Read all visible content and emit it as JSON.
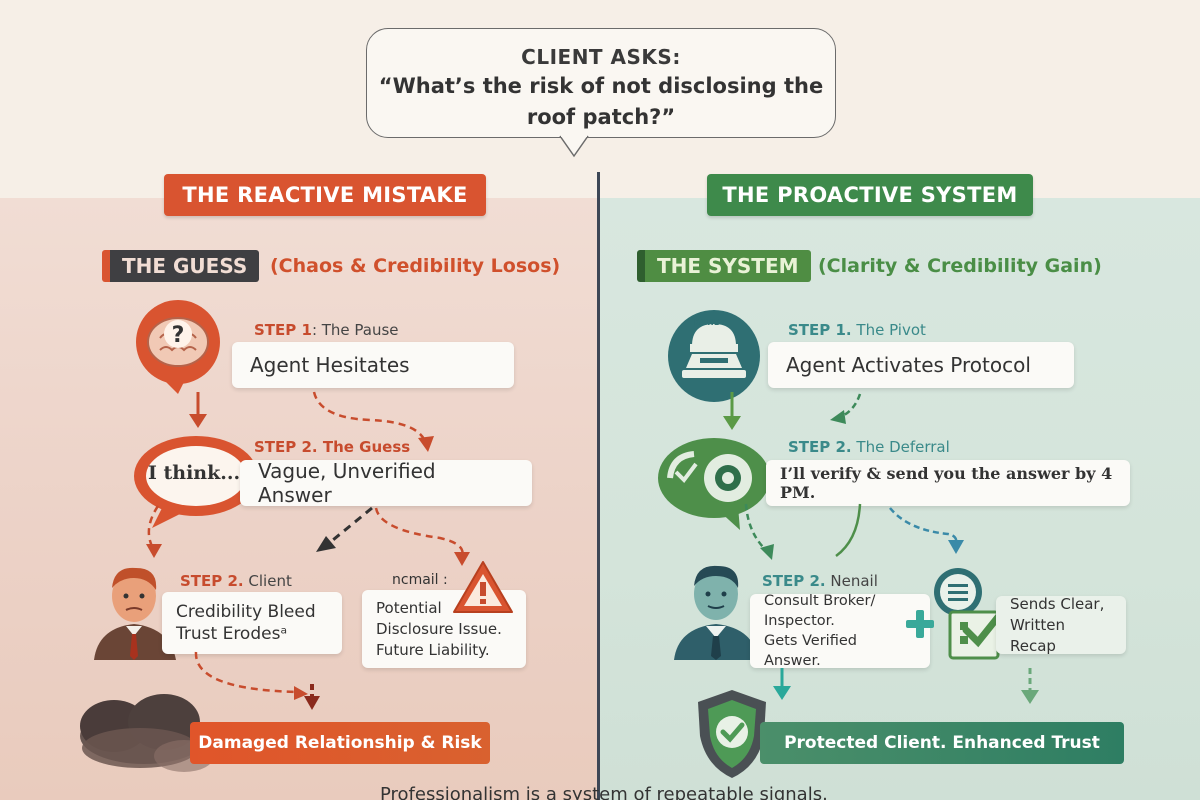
{
  "bubble": {
    "title": "CLIENT ASKS:",
    "question_line1": "“What’s the risk of not disclosing the",
    "question_line2": "roof patch?”"
  },
  "left": {
    "header": "THE REACTIVE MISTAKE",
    "tag": "THE GUESS",
    "tag_desc": "(Chaos & Credibility Losos)",
    "step1": {
      "num": "STEP 1",
      "name": ": The Pause",
      "text": "Agent Hesitates"
    },
    "step2": {
      "num": "STEP 2.",
      "name": " The Guess",
      "text": "Vague, Unverified Answer",
      "bubble_text": "I think..."
    },
    "step3": {
      "num": "STEP 2.",
      "name": " Client",
      "line1": "Credibility Bleed",
      "line2": "Trust Erodesᵃ"
    },
    "warning": {
      "label": "ncmail :",
      "line1": "Potential",
      "line2": "Disclosure Issue.",
      "line3": "Future Liability."
    },
    "result": "Damaged Relationship & Risk",
    "colors": {
      "accent": "#d95430",
      "dark": "#3f3f42"
    }
  },
  "right": {
    "header": "THE PROACTIVE SYSTEM",
    "tag": "THE SYSTEM",
    "tag_desc": "(Clarity & Credibility Gain)",
    "step1": {
      "num": "STEP 1.",
      "name": " The Pivot",
      "text": "Agent Activates Protocol",
      "icon_text": "BXRBY"
    },
    "step2": {
      "num": "STEP 2.",
      "name": " The Deferral",
      "text": "I’ll verify & send you the answer by 4 PM."
    },
    "step3": {
      "num": "STEP 2.",
      "name": " Nenail",
      "line1": "Consult Broker/",
      "line2": "Inspector.",
      "line3": "Gets Verified Answer."
    },
    "recap": {
      "line1": "Sends Clear,",
      "line2": "Written Recap"
    },
    "result": "Protected Client. Enhanced Trust",
    "colors": {
      "accent": "#3e8a4b",
      "teal": "#2f6f73"
    }
  },
  "footer": "Professionalism is a system of repeatable signals."
}
